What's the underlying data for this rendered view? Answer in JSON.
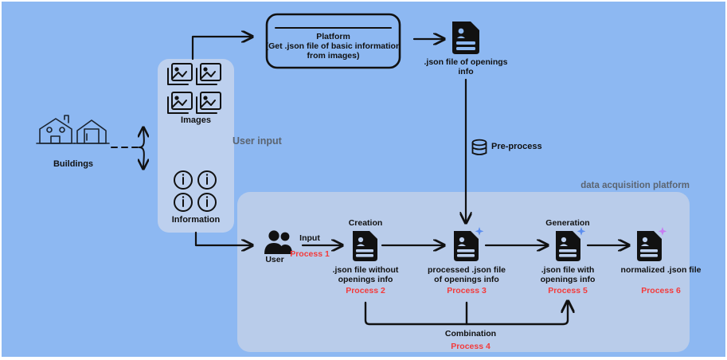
{
  "diagram": {
    "title": "data acquisition pipeline flowchart",
    "background_color": "#8DB8F2",
    "panel_color": "#BDD0EE",
    "accent_red": "#F43A3A",
    "label_gray": "#5b6470",
    "sparkle_blue": "#5B8DEF",
    "sparkle_purple": "#C77DF2"
  },
  "nodes": {
    "buildings": {
      "label": "Buildings",
      "icon": "buildings-icon"
    },
    "images": {
      "label": "Images",
      "icon": "image-icon",
      "count": 4
    },
    "information": {
      "label": "Information",
      "icon": "info-circle-icon",
      "count": 4
    },
    "user_input_group": {
      "label": "User input"
    },
    "platform": {
      "line1": "Platform",
      "line2": "(Get .json file of basic information",
      "line3": "from images)"
    },
    "json_openings": {
      "label": ".json file of openings\ninfo",
      "icon": "document-icon"
    },
    "preprocess": {
      "label": "Pre-process",
      "icon": "database-icon"
    },
    "data_acquisition_platform": {
      "label": "data acquisition platform"
    },
    "user": {
      "label": "User",
      "icon": "users-icon"
    },
    "process1": {
      "name": "Input",
      "tag": "Process 1"
    },
    "process2": {
      "name": "Creation",
      "caption": ".json file without\nopenings info",
      "tag": "Process 2",
      "icon": "document-icon",
      "sparkle": "none"
    },
    "process3": {
      "caption": "processed .json file\nof openings info",
      "tag": "Process 3",
      "icon": "document-icon",
      "sparkle": "blue"
    },
    "process4": {
      "name": "Combination",
      "tag": "Process 4"
    },
    "process5": {
      "name": "Generation",
      "caption": ".json file with\nopenings info",
      "tag": "Process 5",
      "icon": "document-icon",
      "sparkle": "blue"
    },
    "process6": {
      "caption": "normalized .json file",
      "tag": "Process 6",
      "icon": "document-icon",
      "sparkle": "purple"
    }
  }
}
